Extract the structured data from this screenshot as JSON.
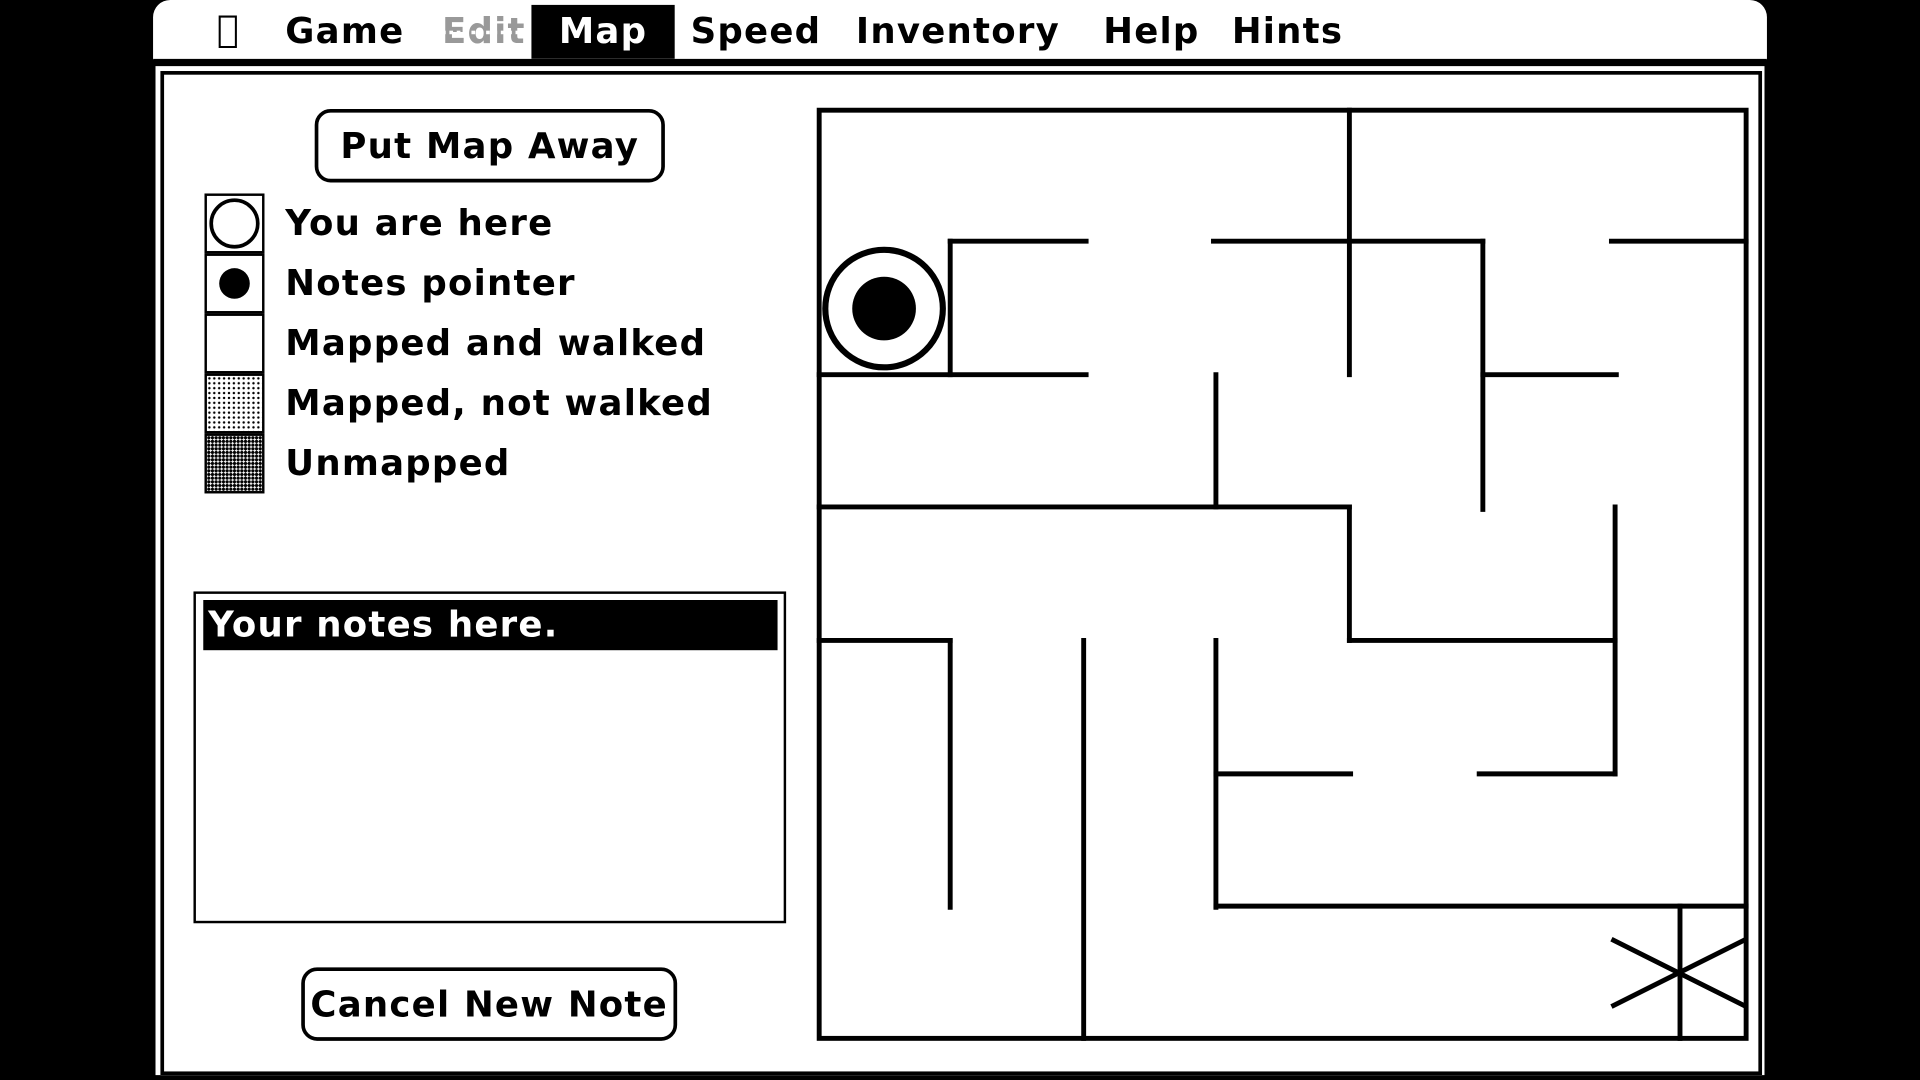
{
  "menubar": {
    "apple_icon": "apple-icon",
    "items": [
      "Game",
      "Edit",
      "Map",
      "Speed",
      "Inventory",
      "Help",
      "Hints"
    ],
    "selected": "Map",
    "disabled": [
      "Edit"
    ]
  },
  "panel": {
    "put_map_away": "Put Map Away",
    "legend": [
      {
        "label": "You are here",
        "swatch": "open-circle"
      },
      {
        "label": "Notes pointer",
        "swatch": "filled-dot"
      },
      {
        "label": "Mapped and walked",
        "swatch": "white"
      },
      {
        "label": "Mapped, not walked",
        "swatch": "light-dither"
      },
      {
        "label": "Unmapped",
        "swatch": "dark-dither"
      }
    ],
    "notes_text": "Your notes here.",
    "cancel_new_note": "Cancel New Note"
  },
  "colors": {
    "foreground": "#000000",
    "background": "#ffffff"
  }
}
